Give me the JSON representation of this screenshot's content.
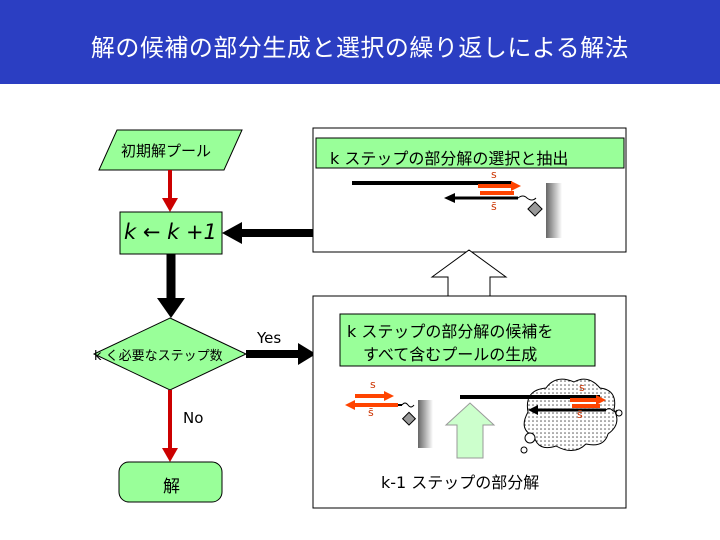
{
  "slide": {
    "title": "解の候補の部分生成と選択の繰り返しによる解法"
  },
  "flowchart": {
    "start_label": "初期解プール",
    "update_k": "k ← k +1",
    "decision_label": "k く必要なステップ数",
    "yes_label": "Yes",
    "no_label": "No",
    "end_label": "解"
  },
  "panels": {
    "top_title": "k ステップの部分解の選択と抽出",
    "bottom_title_line1": "k ステップの部分解の候補を",
    "bottom_title_line2": "すべて含むプールの生成",
    "bottom_caption": "k-1 ステップの部分解",
    "strand_s": "s",
    "strand_s_bar": "s̄"
  },
  "colors": {
    "title_bg": "#2b3ec2",
    "flow_fill": "#99ff99",
    "arrow_red": "#cc0000",
    "strand_orange": "#ff4400",
    "up_arrow_fill": "#ccffcc"
  }
}
